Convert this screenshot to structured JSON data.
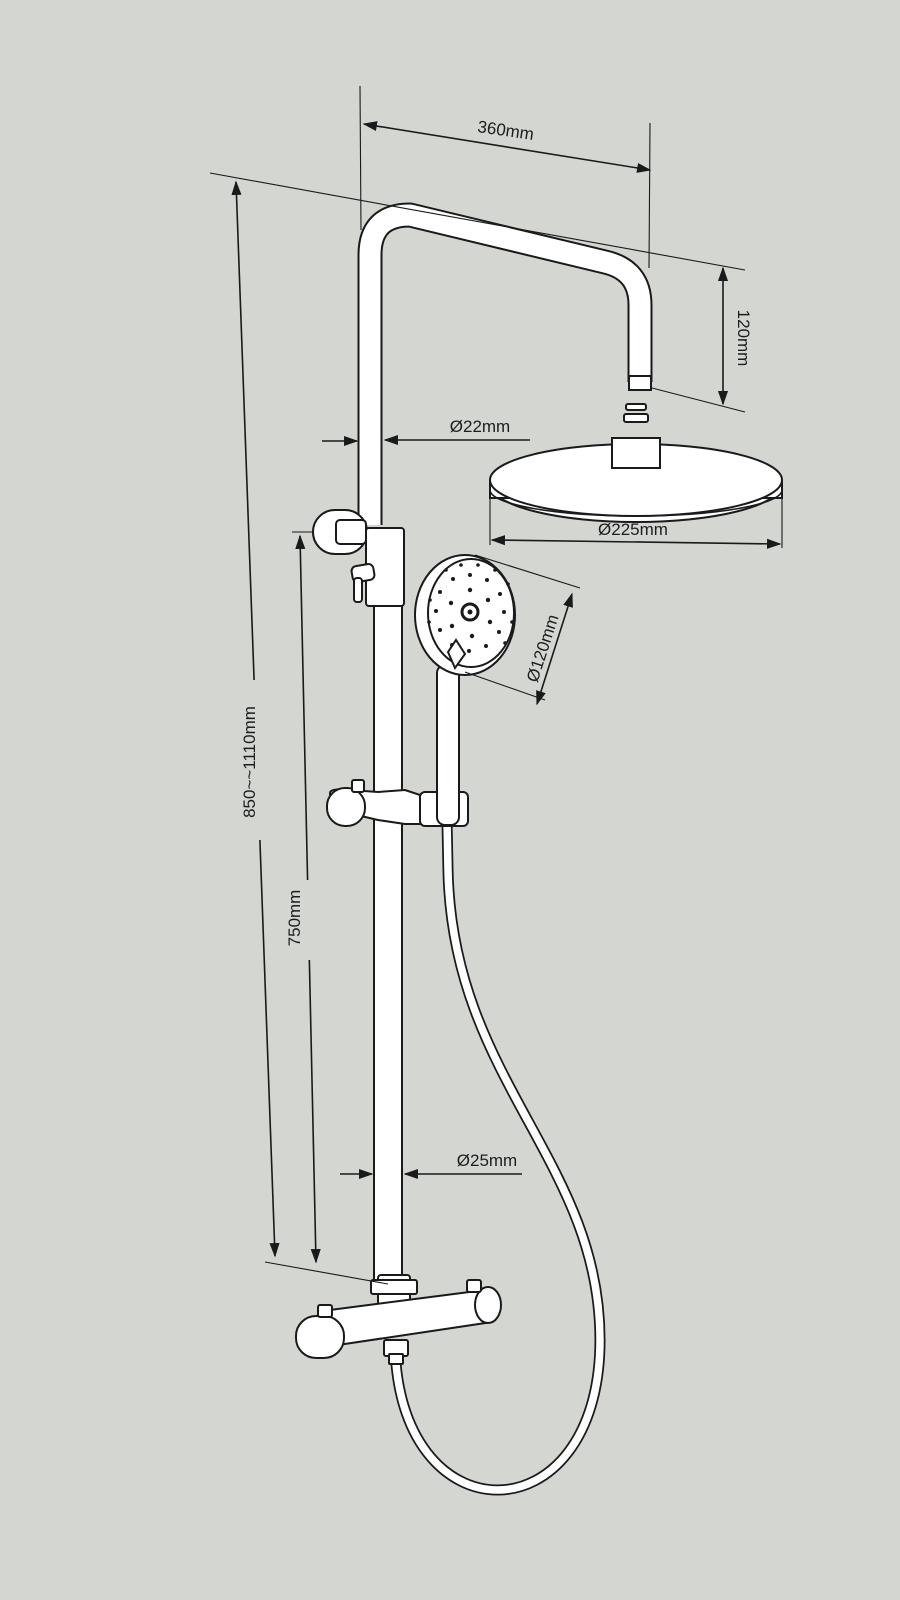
{
  "dimensions": {
    "arm_reach": "360mm",
    "arm_drop": "120mm",
    "riser_diameter": "Ø22mm",
    "overhead_diameter": "Ø225mm",
    "handshower_diameter": "Ø120mm",
    "overall_height": "850~~1110mm",
    "rail_height": "750mm",
    "lower_pipe_diameter": "Ø25mm"
  }
}
